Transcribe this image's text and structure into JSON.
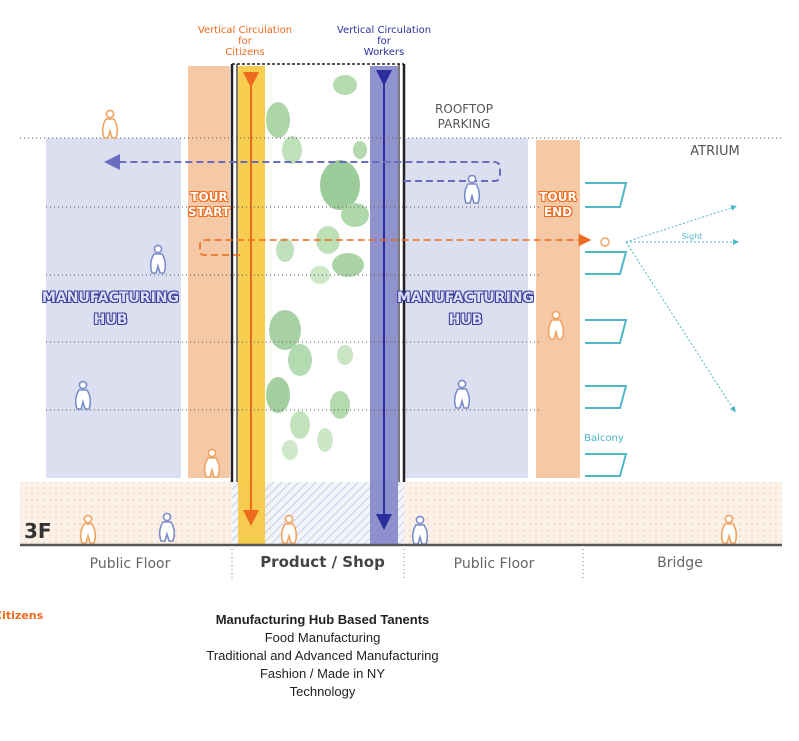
{
  "labels": {
    "vc_citizens": [
      "Vertical Circulation",
      "for",
      "Citizens"
    ],
    "vc_workers": [
      "Vertical Circulation",
      "for",
      "Workers"
    ],
    "rooftop": [
      "ROOFTOP",
      "PARKING"
    ],
    "atrium": "ATRIUM",
    "hub_left": [
      "MANUFACTURING",
      "HUB"
    ],
    "hub_right": [
      "MANUFACTURING",
      "HUB"
    ],
    "tour_start": [
      "TOUR",
      "START"
    ],
    "tour_end": [
      "TOUR",
      "END"
    ],
    "sight": "Sight",
    "balcony": "Balcony",
    "floor": "3F",
    "citizens_legend": "Citizens"
  },
  "floors": [
    "Public Floor",
    "Product / Shop",
    "Public Floor",
    "Bridge"
  ],
  "tenants": {
    "title": "Manufacturing Hub Based Tanents",
    "items": [
      "Food Manufacturing",
      "Traditional and Advanced Manufacturing",
      "Fashion / Made in NY",
      "Technology"
    ]
  },
  "colors": {
    "citizen_orange": "#ee6a1e",
    "worker_blue": "#2b2f9e",
    "hub_fill": "#dcdff0",
    "tour_fill": "#f5c9a6",
    "citizen_circulation": "#f7c531",
    "worker_circulation": "#7d7fc6",
    "balcony_cyan": "#4fb8c8",
    "greenery": "#7fbf7f"
  },
  "icons": [
    "person-icon",
    "balcony-icon",
    "arrow-icon"
  ]
}
